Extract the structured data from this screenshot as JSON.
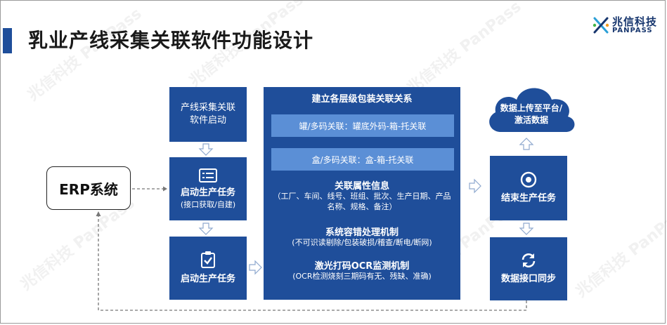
{
  "title": "乳业产线采集关联软件功能设计",
  "logo": {
    "cn": "兆信科技",
    "en": "PANPASS"
  },
  "watermark": "兆信科技 PanPass",
  "erp": {
    "label": "ERP系统"
  },
  "left_column": {
    "box1": "产线采集关联软件启动",
    "box2_title": "启动生产任务",
    "box2_sub": "(接口获取/自建)",
    "box3_title": "启动生产任务"
  },
  "center_panel": {
    "title": "建立各层级包装关联关系",
    "sub1": "罐/多码关联：罐底外码-箱-托关联",
    "sub2": "盒/多码关联：盒-箱-托关联",
    "attr_title": "关联属性信息",
    "attr_desc": "（工厂、车间、线号、班组、批次、生产日期、产品名称、规格、备注）",
    "fault_title": "系统容错处理机制",
    "fault_desc": "(不可识读剔除/包装破损/稽查/断电/断网)",
    "ocr_title": "激光打码OCR监测机制",
    "ocr_desc": "(OCR检测烧刻三期码有无、残缺、准确)"
  },
  "right_column": {
    "cloud": "数据上传至平台/激活数据",
    "end_task": "结束生产任务",
    "sync": "数据接口同步"
  },
  "colors": {
    "primary": "#1f4e9a",
    "sub": "#5b8fd6",
    "arrow": "#9fb6d6"
  }
}
